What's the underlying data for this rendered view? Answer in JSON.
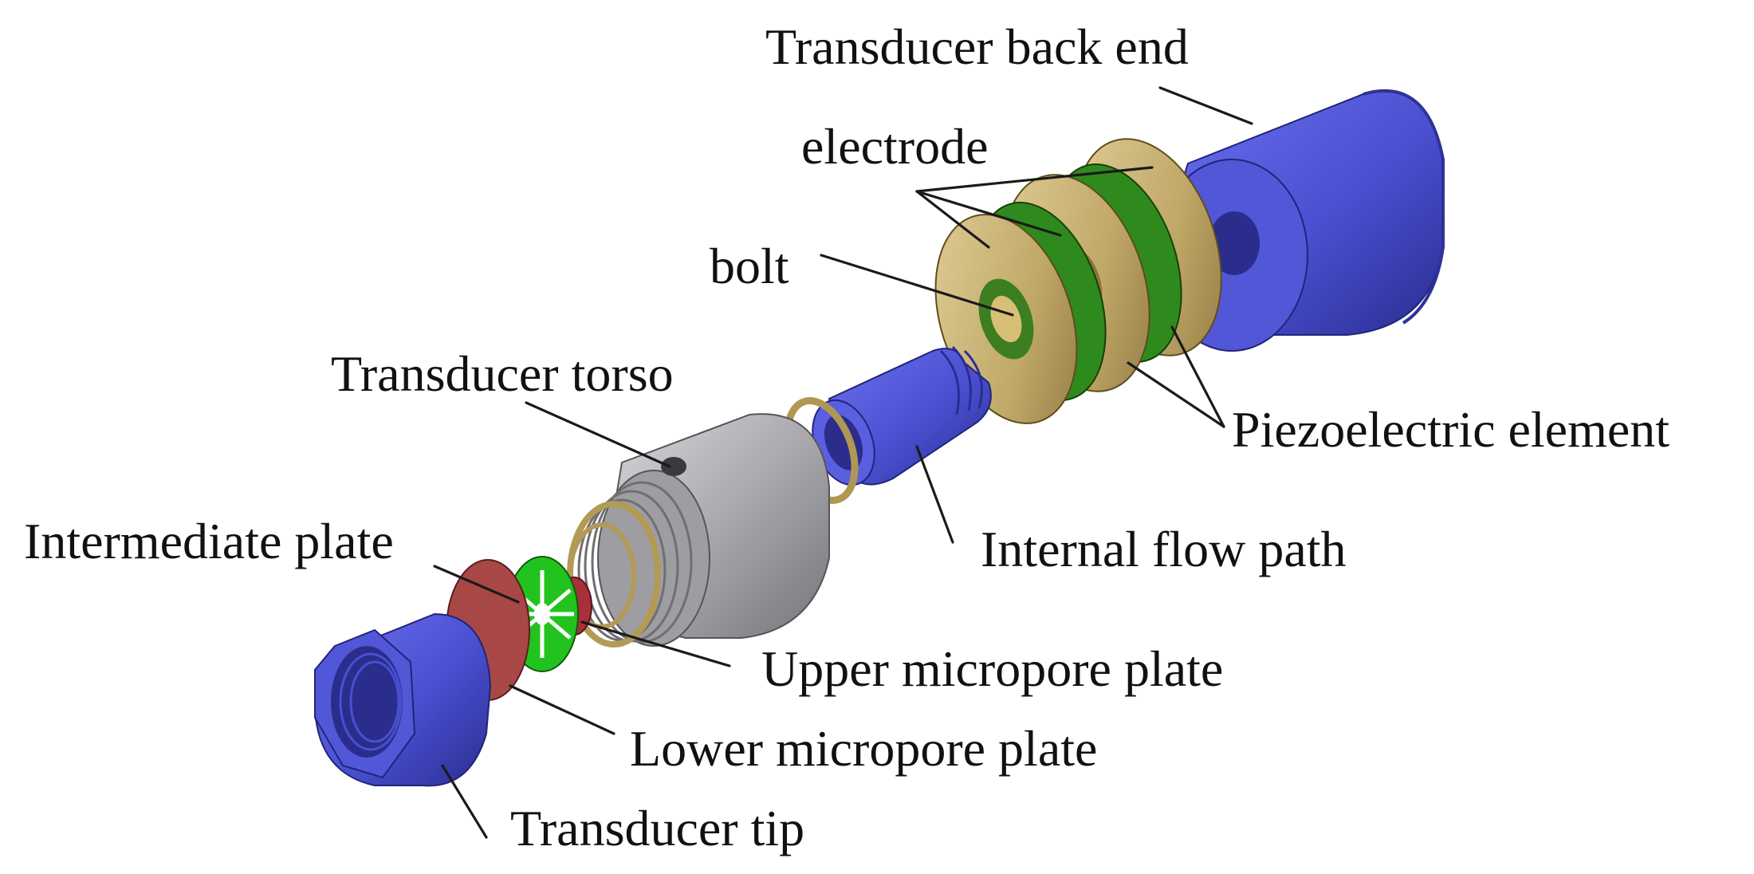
{
  "figure": {
    "labels": {
      "back_end": "Transducer back end",
      "electrode": "electrode",
      "bolt": "bolt",
      "torso": "Transducer torso",
      "piezo": "Piezoelectric element",
      "flow_path": "Internal flow path",
      "intermediate_plate": "Intermediate plate",
      "upper_plate": "Upper micropore plate",
      "lower_plate": "Lower micropore plate",
      "tip": "Transducer tip"
    },
    "colors": {
      "blue_part": "#4a4fd0",
      "blue_dark": "#2c2f9a",
      "gray_part": "#a9a9ad",
      "gold_part": "#c8b074",
      "green_part": "#2e8a1c",
      "bright_green": "#22c31e",
      "red_part": "#a84846"
    }
  }
}
